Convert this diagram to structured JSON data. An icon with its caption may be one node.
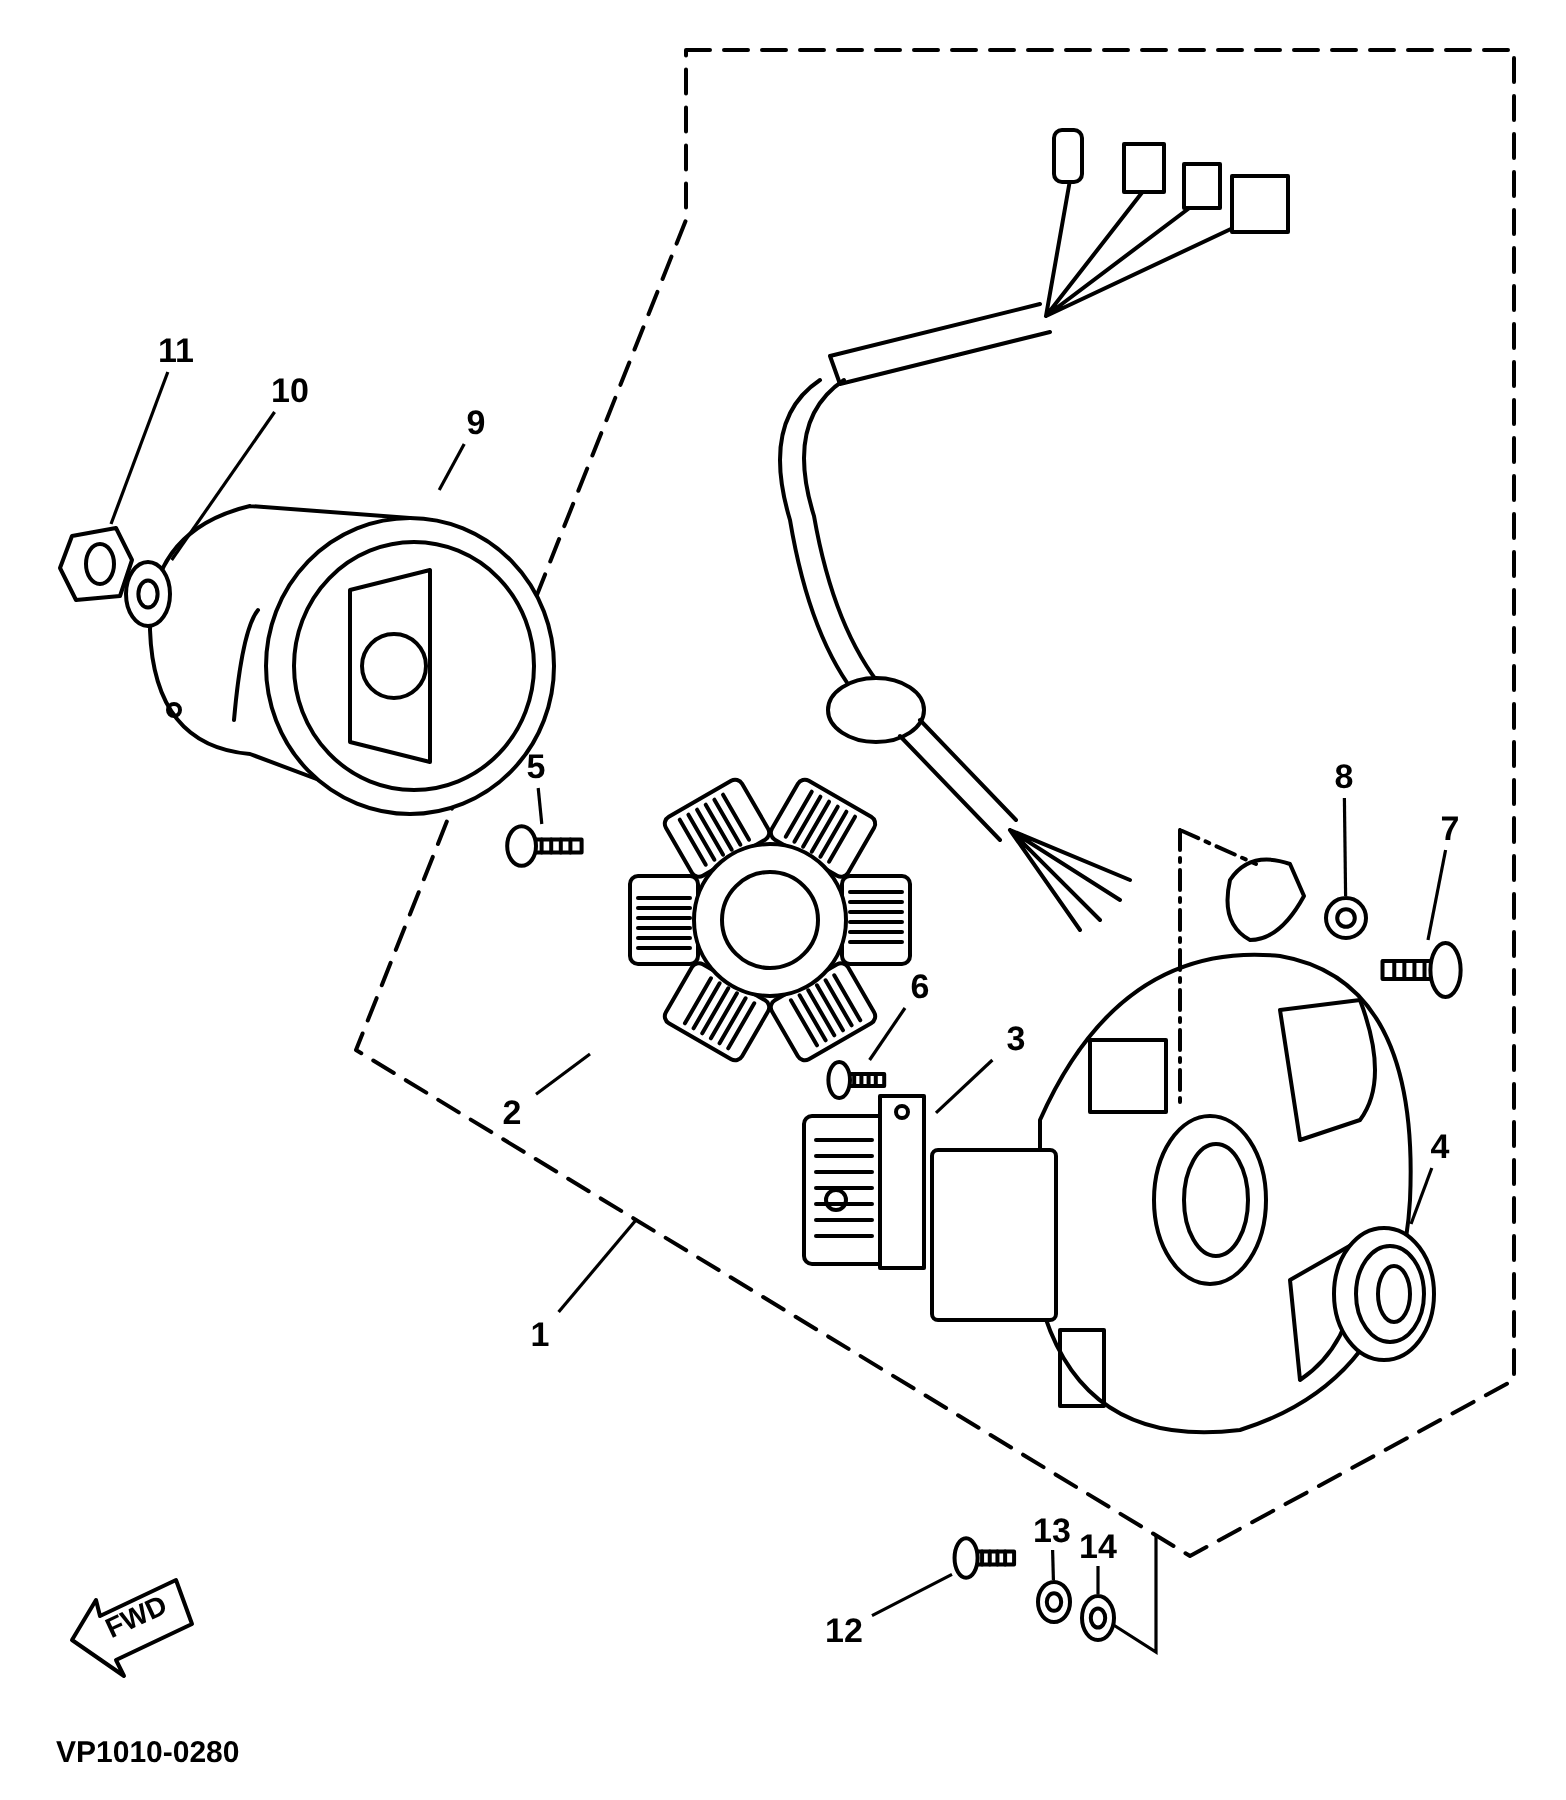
{
  "diagram": {
    "nodes": [
      {
        "text": [
          "1"
        ]
      },
      {
        "text": [
          "2"
        ],
        "in": 14
      },
      {
        "text": [
          "3"
        ],
        "in": 14
      },
      {
        "text": [
          "4"
        ],
        "in": 14
      },
      {
        "text": [
          "5"
        ],
        "in": 14
      },
      {
        "text": [
          "6"
        ],
        "in": 14
      },
      {
        "text": [
          "7"
        ],
        "in": 14
      },
      {
        "text": [
          "8"
        ],
        "in": 14
      },
      {
        "text": [
          "9"
        ]
      },
      {
        "text": [
          "10"
        ]
      },
      {
        "text": [
          "11"
        ]
      },
      {
        "text": [
          "12"
        ]
      },
      {
        "text": [
          "13"
        ]
      },
      {
        "text": [
          "14"
        ]
      },
      {
        "text": [],
        "shape": "box"
      },
      {
        "text": [],
        "shape": "picture",
        "in": 14
      },
      {
        "text": [],
        "shape": "picture",
        "in": 14
      },
      {
        "text": [],
        "shape": "picture",
        "in": 14
      },
      {
        "text": [],
        "shape": "picture",
        "in": 14
      },
      {
        "text": [],
        "shape": "picture",
        "in": 14
      },
      {
        "text": [],
        "shape": "picture",
        "in": 14
      },
      {
        "text": [],
        "shape": "picture",
        "in": 14
      },
      {
        "text": [],
        "shape": "picture"
      },
      {
        "text": [],
        "shape": "picture"
      },
      {
        "text": [],
        "shape": "picture"
      },
      {
        "text": [],
        "shape": "picture"
      },
      {
        "text": [],
        "shape": "picture"
      },
      {
        "text": [],
        "shape": "picture"
      }
    ],
    "edges": [
      {
        "from": 0,
        "to": 14,
        "arrow": "none"
      },
      {
        "from": 1,
        "to": 15,
        "arrow": "none"
      },
      {
        "from": 2,
        "to": 16,
        "arrow": "none"
      },
      {
        "from": 3,
        "to": 17,
        "arrow": "none"
      },
      {
        "from": 4,
        "to": 18,
        "arrow": "none"
      },
      {
        "from": 5,
        "to": 19,
        "arrow": "none"
      },
      {
        "from": 6,
        "to": 20,
        "arrow": "none"
      },
      {
        "from": 7,
        "to": 21,
        "arrow": "none"
      },
      {
        "from": 8,
        "to": 22,
        "arrow": "none"
      },
      {
        "from": 9,
        "to": 23,
        "arrow": "none"
      },
      {
        "from": 10,
        "to": 24,
        "arrow": "none"
      },
      {
        "from": 11,
        "to": 25,
        "arrow": "none"
      },
      {
        "from": 12,
        "to": 26,
        "arrow": "none"
      },
      {
        "from": 13,
        "to": 27,
        "arrow": "none"
      },
      {
        "from": 27,
        "to": 14,
        "arrow": "none"
      }
    ],
    "labels": [
      "FWD",
      "VP1010-0280"
    ]
  }
}
